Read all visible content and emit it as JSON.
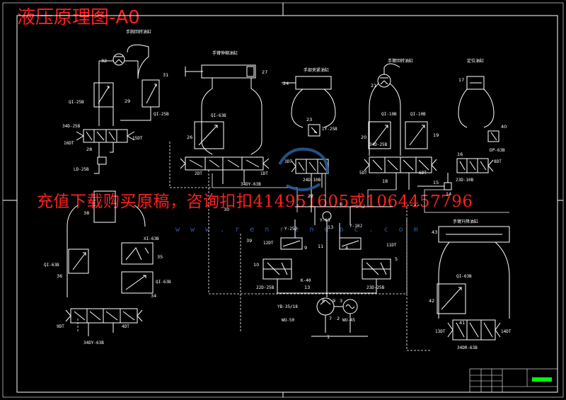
{
  "title": "液压原理图-A0",
  "promo": "充值下载购买原稿，咨询扣扣414951605或1064457796",
  "watermark": "w w w . r e n r e n d o c . c o m",
  "titles": {
    "wrist_rotate": "手腕回转油缸",
    "arm_extend": "手臂伸缩油缸",
    "clamp": "手部夹紧油缸",
    "arm_rotate": "手臂回转油缸",
    "locate": "定位油缸",
    "arm_lift": "手臂升降油缸"
  },
  "parts": {
    "p32": "32",
    "p31": "31",
    "p29": "29",
    "q1_25b": "QI-25B",
    "q1_25b_r": "QI-25B",
    "v34d": "34D-25B",
    "t16dt": "16DT",
    "t15dt": "15DT",
    "p28": "28",
    "ld": "LD-25B",
    "p27": "27",
    "q1_63b": "QI-63B",
    "p26": "26",
    "t2dt": "2DT",
    "t1dt": "1DT",
    "v34dy": "34DY-63B",
    "p30": "30",
    "p24": "24",
    "p23": "23",
    "iy25b": "IY-25B",
    "t3dt": "3DT",
    "v24d10b": "24D-10B",
    "p22": "22",
    "p21": "21",
    "q1_10b": "QI-10B",
    "q1_10b_r": "QI-10B",
    "p20": "20",
    "p19": "19",
    "v34d25b": "34D-25B",
    "t5dt": "5DT",
    "t6dt": "6DT",
    "p18": "18",
    "p17": "17",
    "p16": "16",
    "t8dt": "8DT",
    "v23d10b": "23D-10B",
    "p15": "15",
    "p14": "14",
    "p40": "40",
    "dp63b": "DP-63B",
    "p38": "38",
    "p39": "39",
    "qi63b_l": "QI-63B",
    "p36": "36",
    "xi63b": "XI-63B",
    "p35": "35",
    "qi63b_b": "QI-63B",
    "p34": "34",
    "t9dt": "9DT",
    "t4dt": "4DT",
    "v34dy63b": "34DY-63B",
    "y63": "Y-63",
    "y25j": "Y-25J",
    "y10j": "Y-10J",
    "p13": "13",
    "p12": "12",
    "p11": "11",
    "p6": "6",
    "p10": "10",
    "t12dt": "12DT",
    "v22d25b": "22D-25B",
    "p9": "9",
    "p4": "4",
    "p5": "5",
    "t11dt": "11DT",
    "v23d25b": "23D-25B",
    "k40": "K-40",
    "p8": "8",
    "p13b": "13",
    "yb": "YB-35/18",
    "p9b": "9",
    "p3": "3",
    "p7": "7",
    "p2": "2",
    "wu50": "WU-50",
    "wu45": "WU-45",
    "p1": "1",
    "p41": "41",
    "p42": "42",
    "p43": "43",
    "qi63b_r": "QI-63B",
    "t13dt": "13DT",
    "t14dt": "14DT",
    "v34dr63b": "34DR-63B"
  }
}
